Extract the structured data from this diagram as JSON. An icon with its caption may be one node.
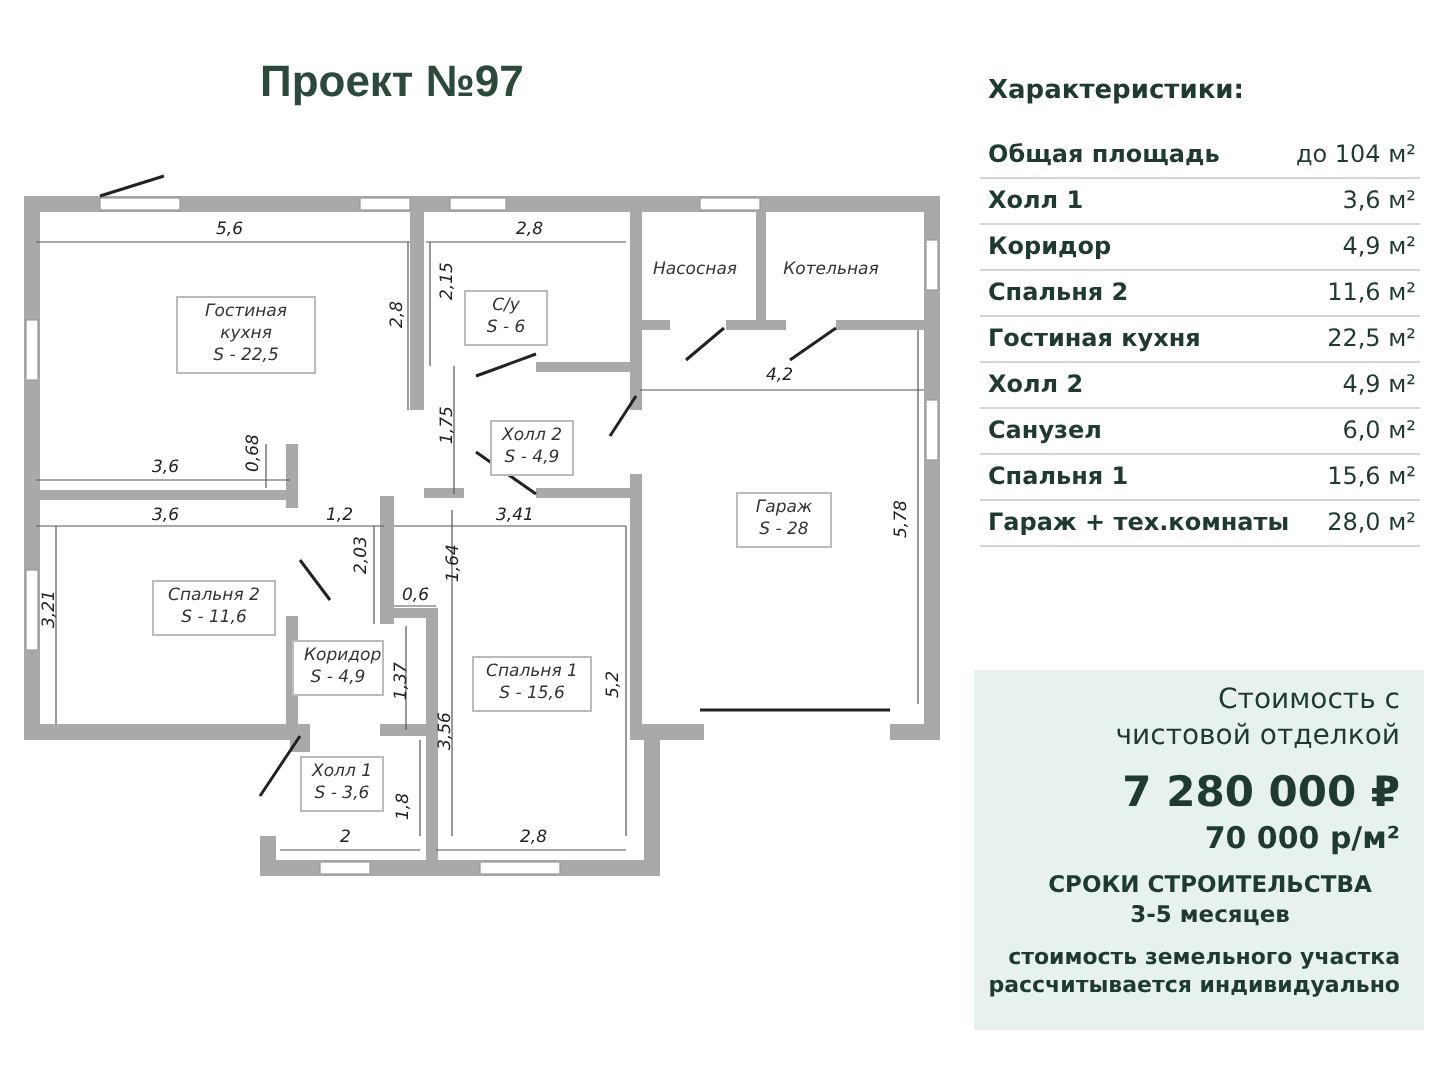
{
  "diagram": {
    "title": "Проект №97",
    "nodes": [
      {
        "text": [
          "Гостиная кухня",
          "S - 22,5"
        ]
      },
      {
        "text": [
          "С/у",
          "S - 6"
        ]
      },
      {
        "text": [
          "Насосная"
        ]
      },
      {
        "text": [
          "Котельная"
        ]
      },
      {
        "text": [
          "Холл 2",
          "S - 4,9"
        ]
      },
      {
        "text": [
          "Гараж",
          "S - 28"
        ]
      },
      {
        "text": [
          "Спальня 2",
          "S - 11,6"
        ]
      },
      {
        "text": [
          "Коридор",
          "S - 4,9"
        ]
      },
      {
        "text": [
          "Спальня 1",
          "S - 15,6"
        ]
      },
      {
        "text": [
          "Холл 1",
          "S - 3,6"
        ]
      },
      {
        "text": [
          "Стоимость с чистовой отделкой",
          "7 280 000 ₽",
          "70 000 р/м²",
          "СРОКИ СТРОИТЕЛЬСТВА 3-5 месяцев",
          "стоимость земельного участка рассчитывается индивидуально"
        ]
      }
    ],
    "labels": [
      "5,6",
      "2,8",
      "2,15",
      "2,8",
      "4,2",
      "1,75",
      "0,68",
      "3,6",
      "3,6",
      "1,2",
      "3,41",
      "5,78",
      "2,03",
      "1,64",
      "3,21",
      "0,6",
      "1,37",
      "5,2",
      "3,56",
      "1,8",
      "2",
      "2,8",
      "Характеристики:",
      "Общая площадь",
      "до 104 м²",
      "Холл 1",
      "3,6 м²",
      "Коридор",
      "4,9 м²",
      "Спальня 2",
      "11,6 м²",
      "Гостиная кухня",
      "22,5 м²",
      "Холл 2",
      "4,9 м²",
      "Санузел",
      "6,0 м²",
      "Спальня 1",
      "15,6 м²",
      "Гараж + тех.комнаты",
      "28,0 м²"
    ]
  }
}
